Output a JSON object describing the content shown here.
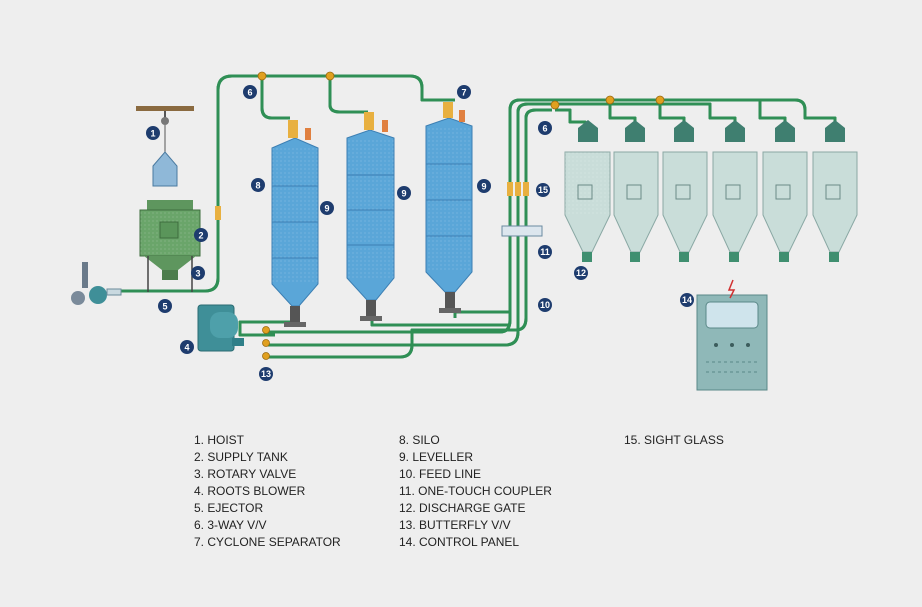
{
  "diagram": {
    "colors": {
      "background": "#eeeeee",
      "pipe": "#2f8f55",
      "silo": "#5aa6d8",
      "silo_dark": "#3c7fb3",
      "hopper": "#c9ddd9",
      "supply_tank": "#6aa56a",
      "blower": "#3f8f98",
      "control_panel": "#8fb8b8",
      "badge": "#1e3c6e",
      "valve": "#e0a020"
    },
    "callouts": [
      "1",
      "2",
      "3",
      "4",
      "5",
      "6",
      "6",
      "7",
      "8",
      "9",
      "9",
      "9",
      "10",
      "11",
      "12",
      "13",
      "14",
      "15"
    ],
    "control_panel_icon": "lightning-icon"
  },
  "legend": {
    "column1": [
      "1. HOIST",
      "2. SUPPLY TANK",
      "3. ROTARY VALVE",
      "4. ROOTS BLOWER",
      "5. EJECTOR",
      "6. 3-WAY V/V",
      "7. CYCLONE SEPARATOR"
    ],
    "column2": [
      "8. SILO",
      "9. LEVELLER",
      "10. FEED LINE",
      "11. ONE-TOUCH COUPLER",
      "12. DISCHARGE GATE",
      "13. BUTTERFLY V/V",
      "14. CONTROL PANEL"
    ],
    "column3": [
      "15. SIGHT GLASS"
    ]
  }
}
